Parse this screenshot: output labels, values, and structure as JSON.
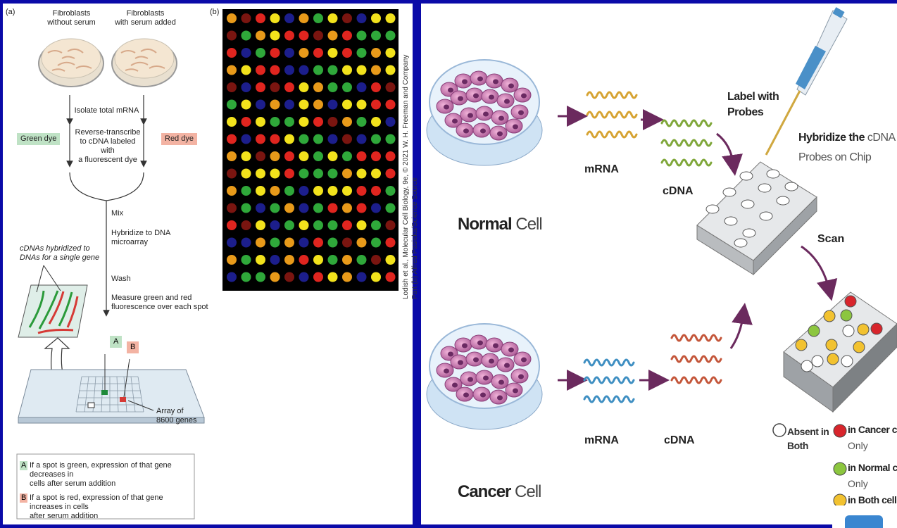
{
  "left": {
    "label_a": "(a)",
    "label_b": "(b)",
    "dish1_title": "Fibroblasts\nwithout serum",
    "dish2_title": "Fibroblasts\nwith serum added",
    "step_isolate": "Isolate total mRNA",
    "green_dye": "Green dye",
    "red_dye": "Red dye",
    "step_reverse": "Reverse-transcribe\nto cDNA labeled with\na fluorescent dye",
    "step_mix": "Mix",
    "step_hybridize": "Hybridize to DNA\nmicroarray",
    "step_wash": "Wash",
    "step_measure": "Measure green and red\nfluorescence over each spot",
    "cdna_note": "cDNAs hybridized to\nDNAs for a single gene",
    "marker_a": "A",
    "marker_b": "B",
    "array_label": "Array of\n8600 genes",
    "legend_a_key": "A",
    "legend_a_text": "If a spot is green, expression of that gene decreases in\ncells after serum addition",
    "legend_b_key": "B",
    "legend_b_text": "If a spot is red, expression of that gene increases in cells\nafter serum addition",
    "credit": "Lodish et al., Molecular Cell Biology, 9e, © 2021 W. H. Freeman and Company\nPart (b) Alfred Pasieka/Science Source",
    "spot_colors": {
      "green": "#2fa83a",
      "red": "#e0251f",
      "yellow": "#f2e21c",
      "blue": "#1c1e8c",
      "orange": "#e89a1a",
      "dim_red": "#7a1510"
    }
  },
  "right": {
    "normal_cell_bold": "Normal",
    "normal_cell_light": " Cell",
    "cancer_cell_bold": "Cancer",
    "cancer_cell_light": " Cell",
    "mrna_top": "mRNA",
    "cdna_top": "cDNA",
    "mrna_bottom": "mRNA",
    "cdna_bottom": "cDNA",
    "label_with_probes": "Label with\nProbes",
    "hybridize_bold": "Hybridize the ",
    "hybridize_light": "cDNA",
    "probes_on_chip": "Probes on Chip",
    "scan": "Scan",
    "legend_absent": "Absent in\nBoth",
    "legend_cancer_bold": "in Cancer cells",
    "legend_cancer_light": "Only",
    "legend_normal_bold": "in Normal cells",
    "legend_normal_light": "Only",
    "legend_both": "in Both cells",
    "colors": {
      "arrow": "#6b2a5e",
      "mrna_top": "#d6a332",
      "cdna_top": "#7fa73a",
      "mrna_bottom": "#3f8fc2",
      "cdna_bottom": "#c4563a",
      "red": "#d8252c",
      "green": "#8cc63f",
      "yellow": "#f2c230"
    }
  }
}
